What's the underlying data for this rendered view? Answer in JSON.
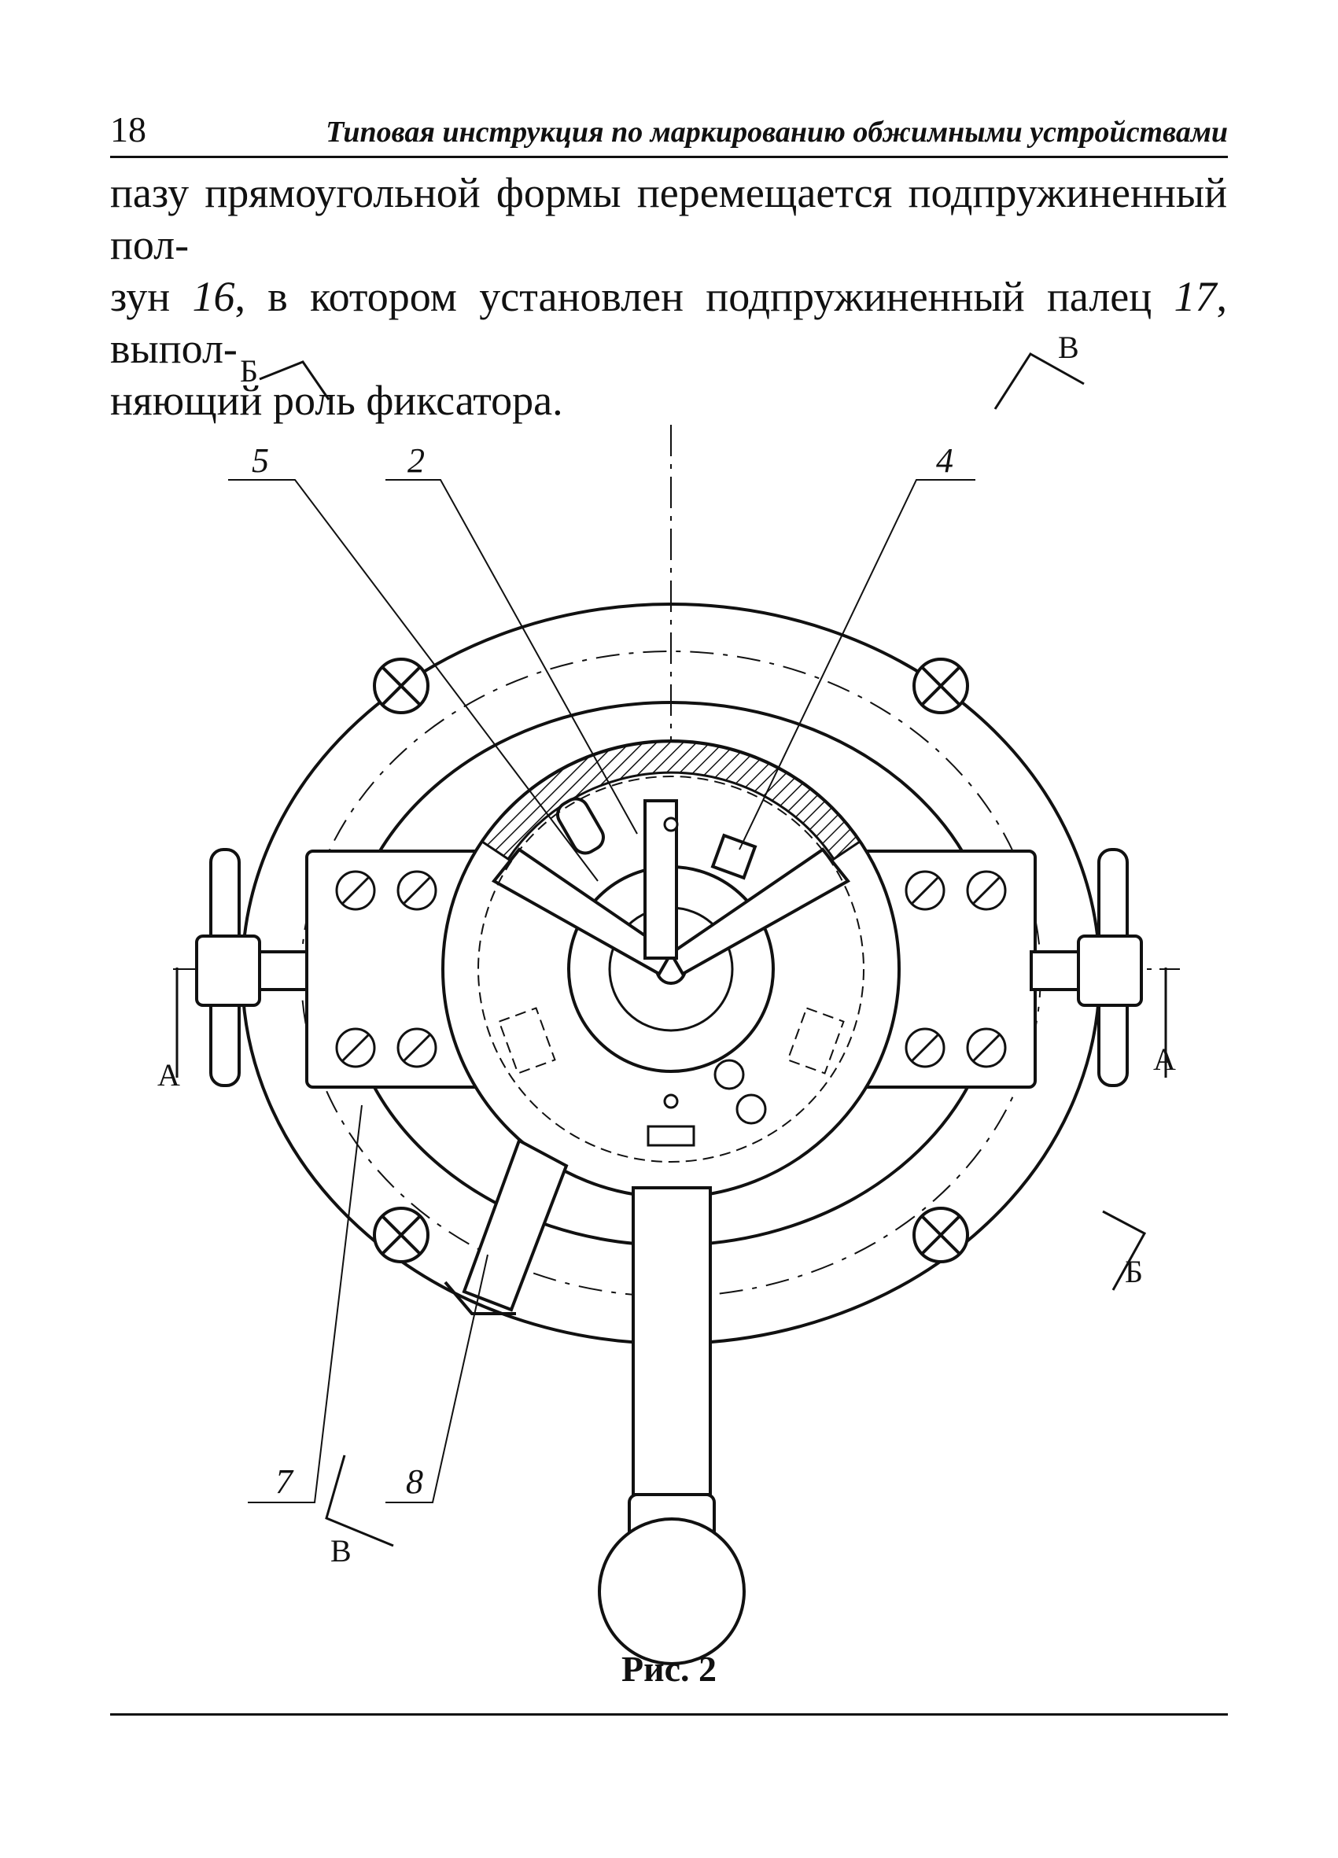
{
  "header": {
    "page_number": "18",
    "running_title": "Типовая инструкция по маркированию обжимными устройствами"
  },
  "body": {
    "t1": "пазу прямоугольной формы перемещается подпружиненный пол-",
    "t2a": "зун ",
    "t2b": "16",
    "t2c": ", в котором установлен подпружиненный палец ",
    "t2d": "17",
    "t2e": ", выпол-",
    "t3": "няющий роль фиксатора."
  },
  "figure": {
    "callouts": [
      "5",
      "2",
      "4",
      "7",
      "8"
    ],
    "section_marks": {
      "b_top": "Б",
      "v_top": "В",
      "a_left": "А",
      "a_right": "А",
      "b_bottom": "Б",
      "v_bottom": "В"
    },
    "caption": "Рис. 2"
  }
}
